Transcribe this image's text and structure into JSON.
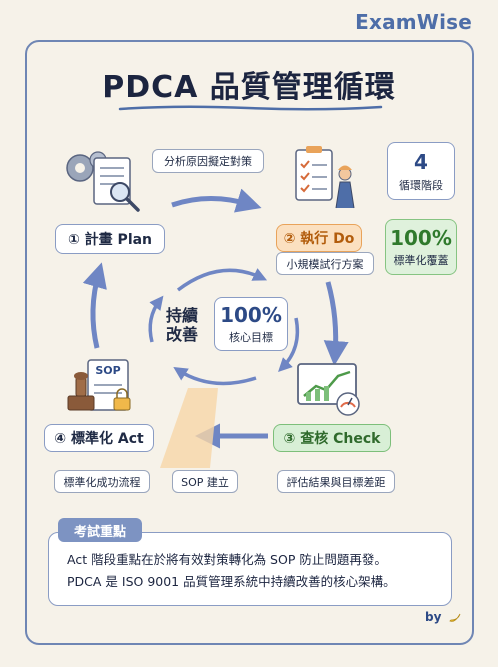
{
  "brand": "ExamWise",
  "title": "PDCA 品質管理循環",
  "steps": {
    "plan": {
      "label": "① 計畫 Plan",
      "note": "分析原因擬定對策"
    },
    "do": {
      "label": "② 執行 Do",
      "note": "小規模試行方案"
    },
    "check": {
      "label": "③ 查核 Check",
      "note": "評估結果與目標差距"
    },
    "act": {
      "label": "④ 標準化 Act",
      "note": "標準化成功流程"
    }
  },
  "sop_tag": "SOP 建立",
  "sop_doc_label": "SOP",
  "stats": {
    "cycles": {
      "value": "4",
      "label": "循環階段"
    },
    "standard": {
      "value": "100%",
      "label": "標準化覆蓋"
    }
  },
  "center": {
    "left_line1": "持續",
    "left_line2": "改善",
    "goal_value": "100%",
    "goal_label": "核心目標"
  },
  "exam": {
    "label": "考試重點",
    "line1": "Act 階段重點在於將有效對策轉化為 SOP 防止問題再發。",
    "line2": "PDCA 是 ISO 9001 品質管理系統中持續改善的核心架構。"
  },
  "byline": "by",
  "colors": {
    "accent": "#4e6ea8",
    "arrow": "#6f86c4",
    "do_orange": "#e9a35a",
    "check_green": "#7dbf7a",
    "background": "#f6f2e9"
  },
  "icons": {
    "plan": "gears-and-magnifier-document-icon",
    "do": "clipboard-checklist-worker-icon",
    "check": "monitor-chart-gauge-icon",
    "act": "sop-document-stamp-lock-icon"
  }
}
